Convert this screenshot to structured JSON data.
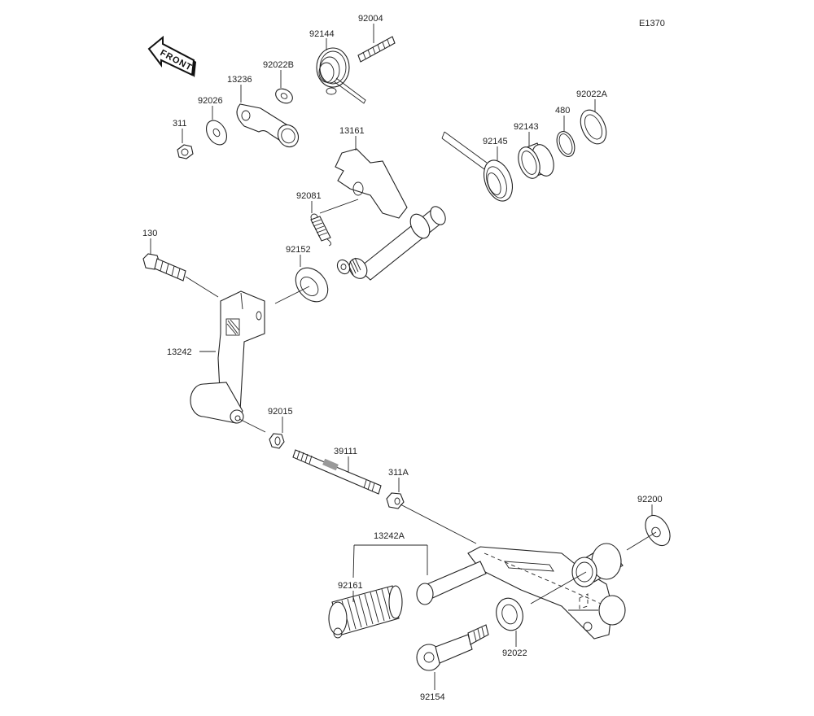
{
  "diagram": {
    "figure_code": "E1370",
    "front_indicator": "FRONT",
    "parts": {
      "p311": "311",
      "p92026": "92026",
      "p13236": "13236",
      "p92022B": "92022B",
      "p92144": "92144",
      "p92004": "92004",
      "p13161": "13161",
      "p92145": "92145",
      "p92143": "92143",
      "p480": "480",
      "p92022A": "92022A",
      "p92081": "92081",
      "p130": "130",
      "p92152": "92152",
      "p13242": "13242",
      "p92015": "92015",
      "p39111": "39111",
      "p311A": "311A",
      "p92200": "92200",
      "p13242A": "13242A",
      "p92161": "92161",
      "p92022": "92022",
      "p92154": "92154"
    }
  }
}
